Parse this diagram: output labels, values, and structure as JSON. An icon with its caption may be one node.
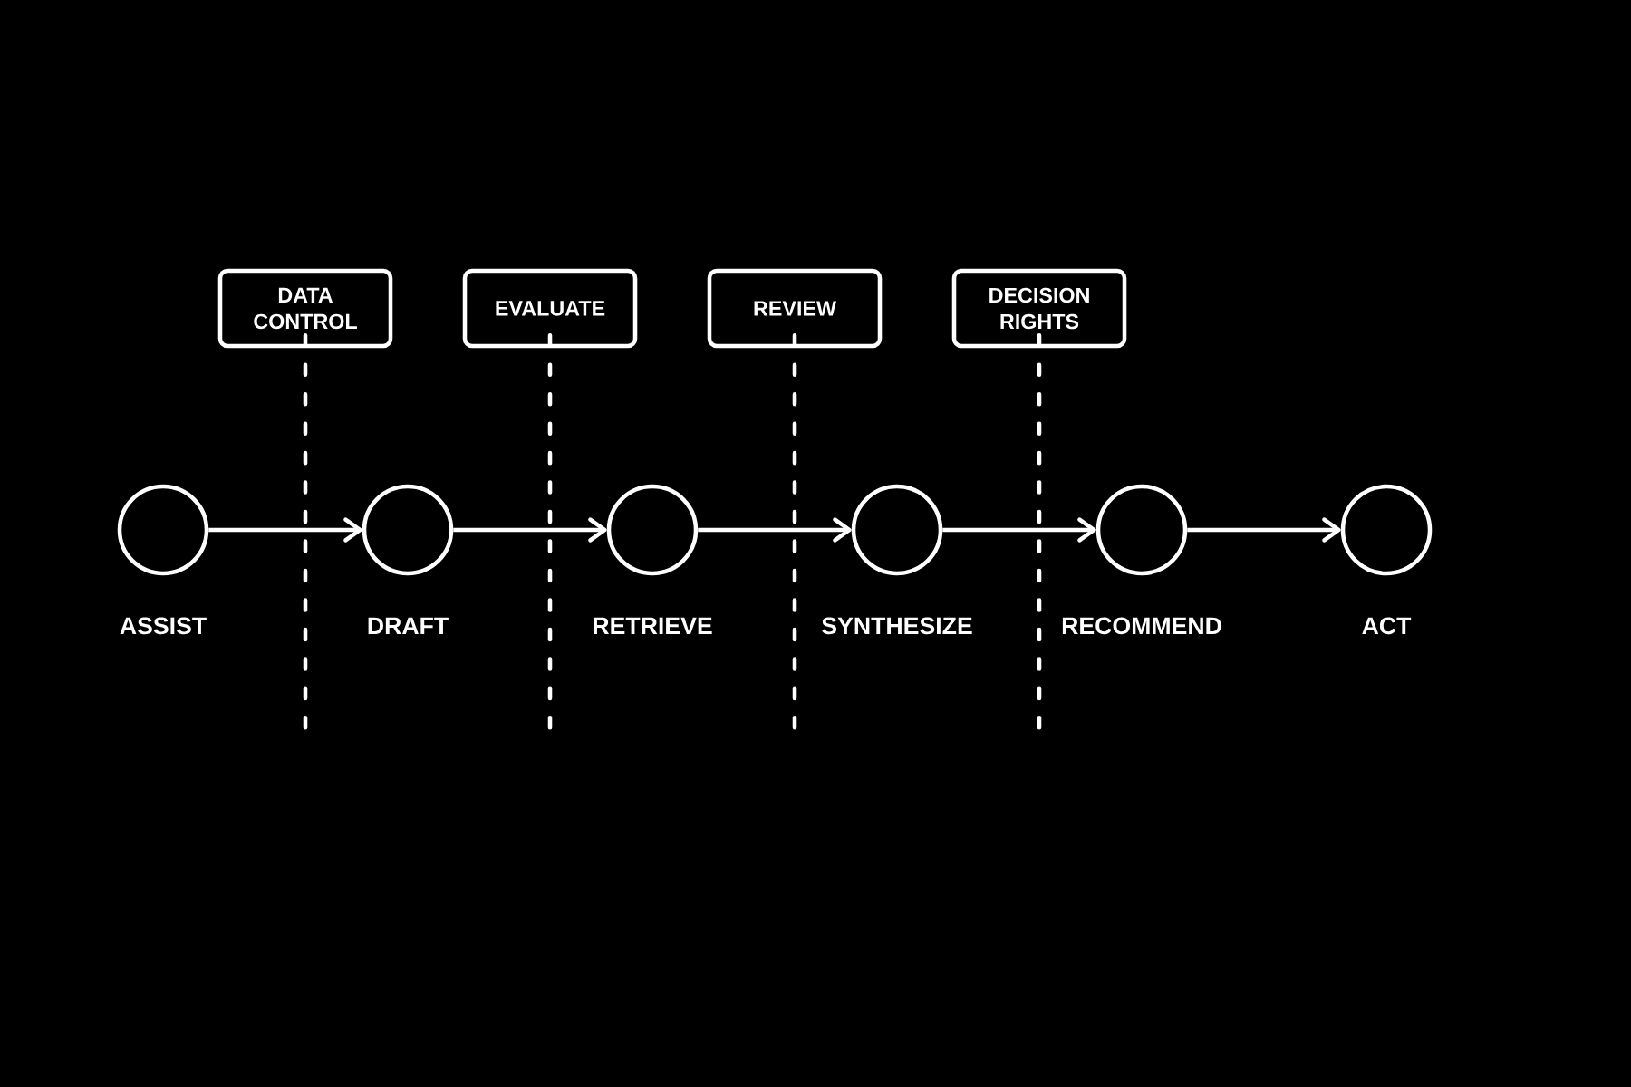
{
  "diagram": {
    "nodes": [
      {
        "text": [
          "DATA CONTROL"
        ]
      },
      {
        "text": [
          "EVALUATE"
        ]
      },
      {
        "text": [
          "REVIEW"
        ]
      },
      {
        "text": [
          "DECISION RIGHTS"
        ]
      },
      {
        "text": [
          "ASSIST"
        ]
      },
      {
        "text": [
          "DRAFT"
        ]
      },
      {
        "text": [
          "RETRIEVE"
        ]
      },
      {
        "text": [
          "SYNTHESIZE"
        ]
      },
      {
        "text": [
          "RECOMMEND"
        ]
      },
      {
        "text": [
          "ACT"
        ]
      }
    ],
    "edges": [
      {
        "from": 4,
        "to": 5,
        "arrow": "to"
      },
      {
        "from": 5,
        "to": 6,
        "arrow": "to"
      },
      {
        "from": 6,
        "to": 7,
        "arrow": "to"
      },
      {
        "from": 7,
        "to": 8,
        "arrow": "to"
      },
      {
        "from": 8,
        "to": 9,
        "arrow": "to"
      },
      {
        "from": 0,
        "to": null,
        "arrow": "none",
        "style": "dashed"
      },
      {
        "from": 1,
        "to": null,
        "arrow": "none",
        "style": "dashed"
      },
      {
        "from": 2,
        "to": null,
        "arrow": "none",
        "style": "dashed"
      },
      {
        "from": 3,
        "to": null,
        "arrow": "none",
        "style": "dashed"
      }
    ]
  }
}
